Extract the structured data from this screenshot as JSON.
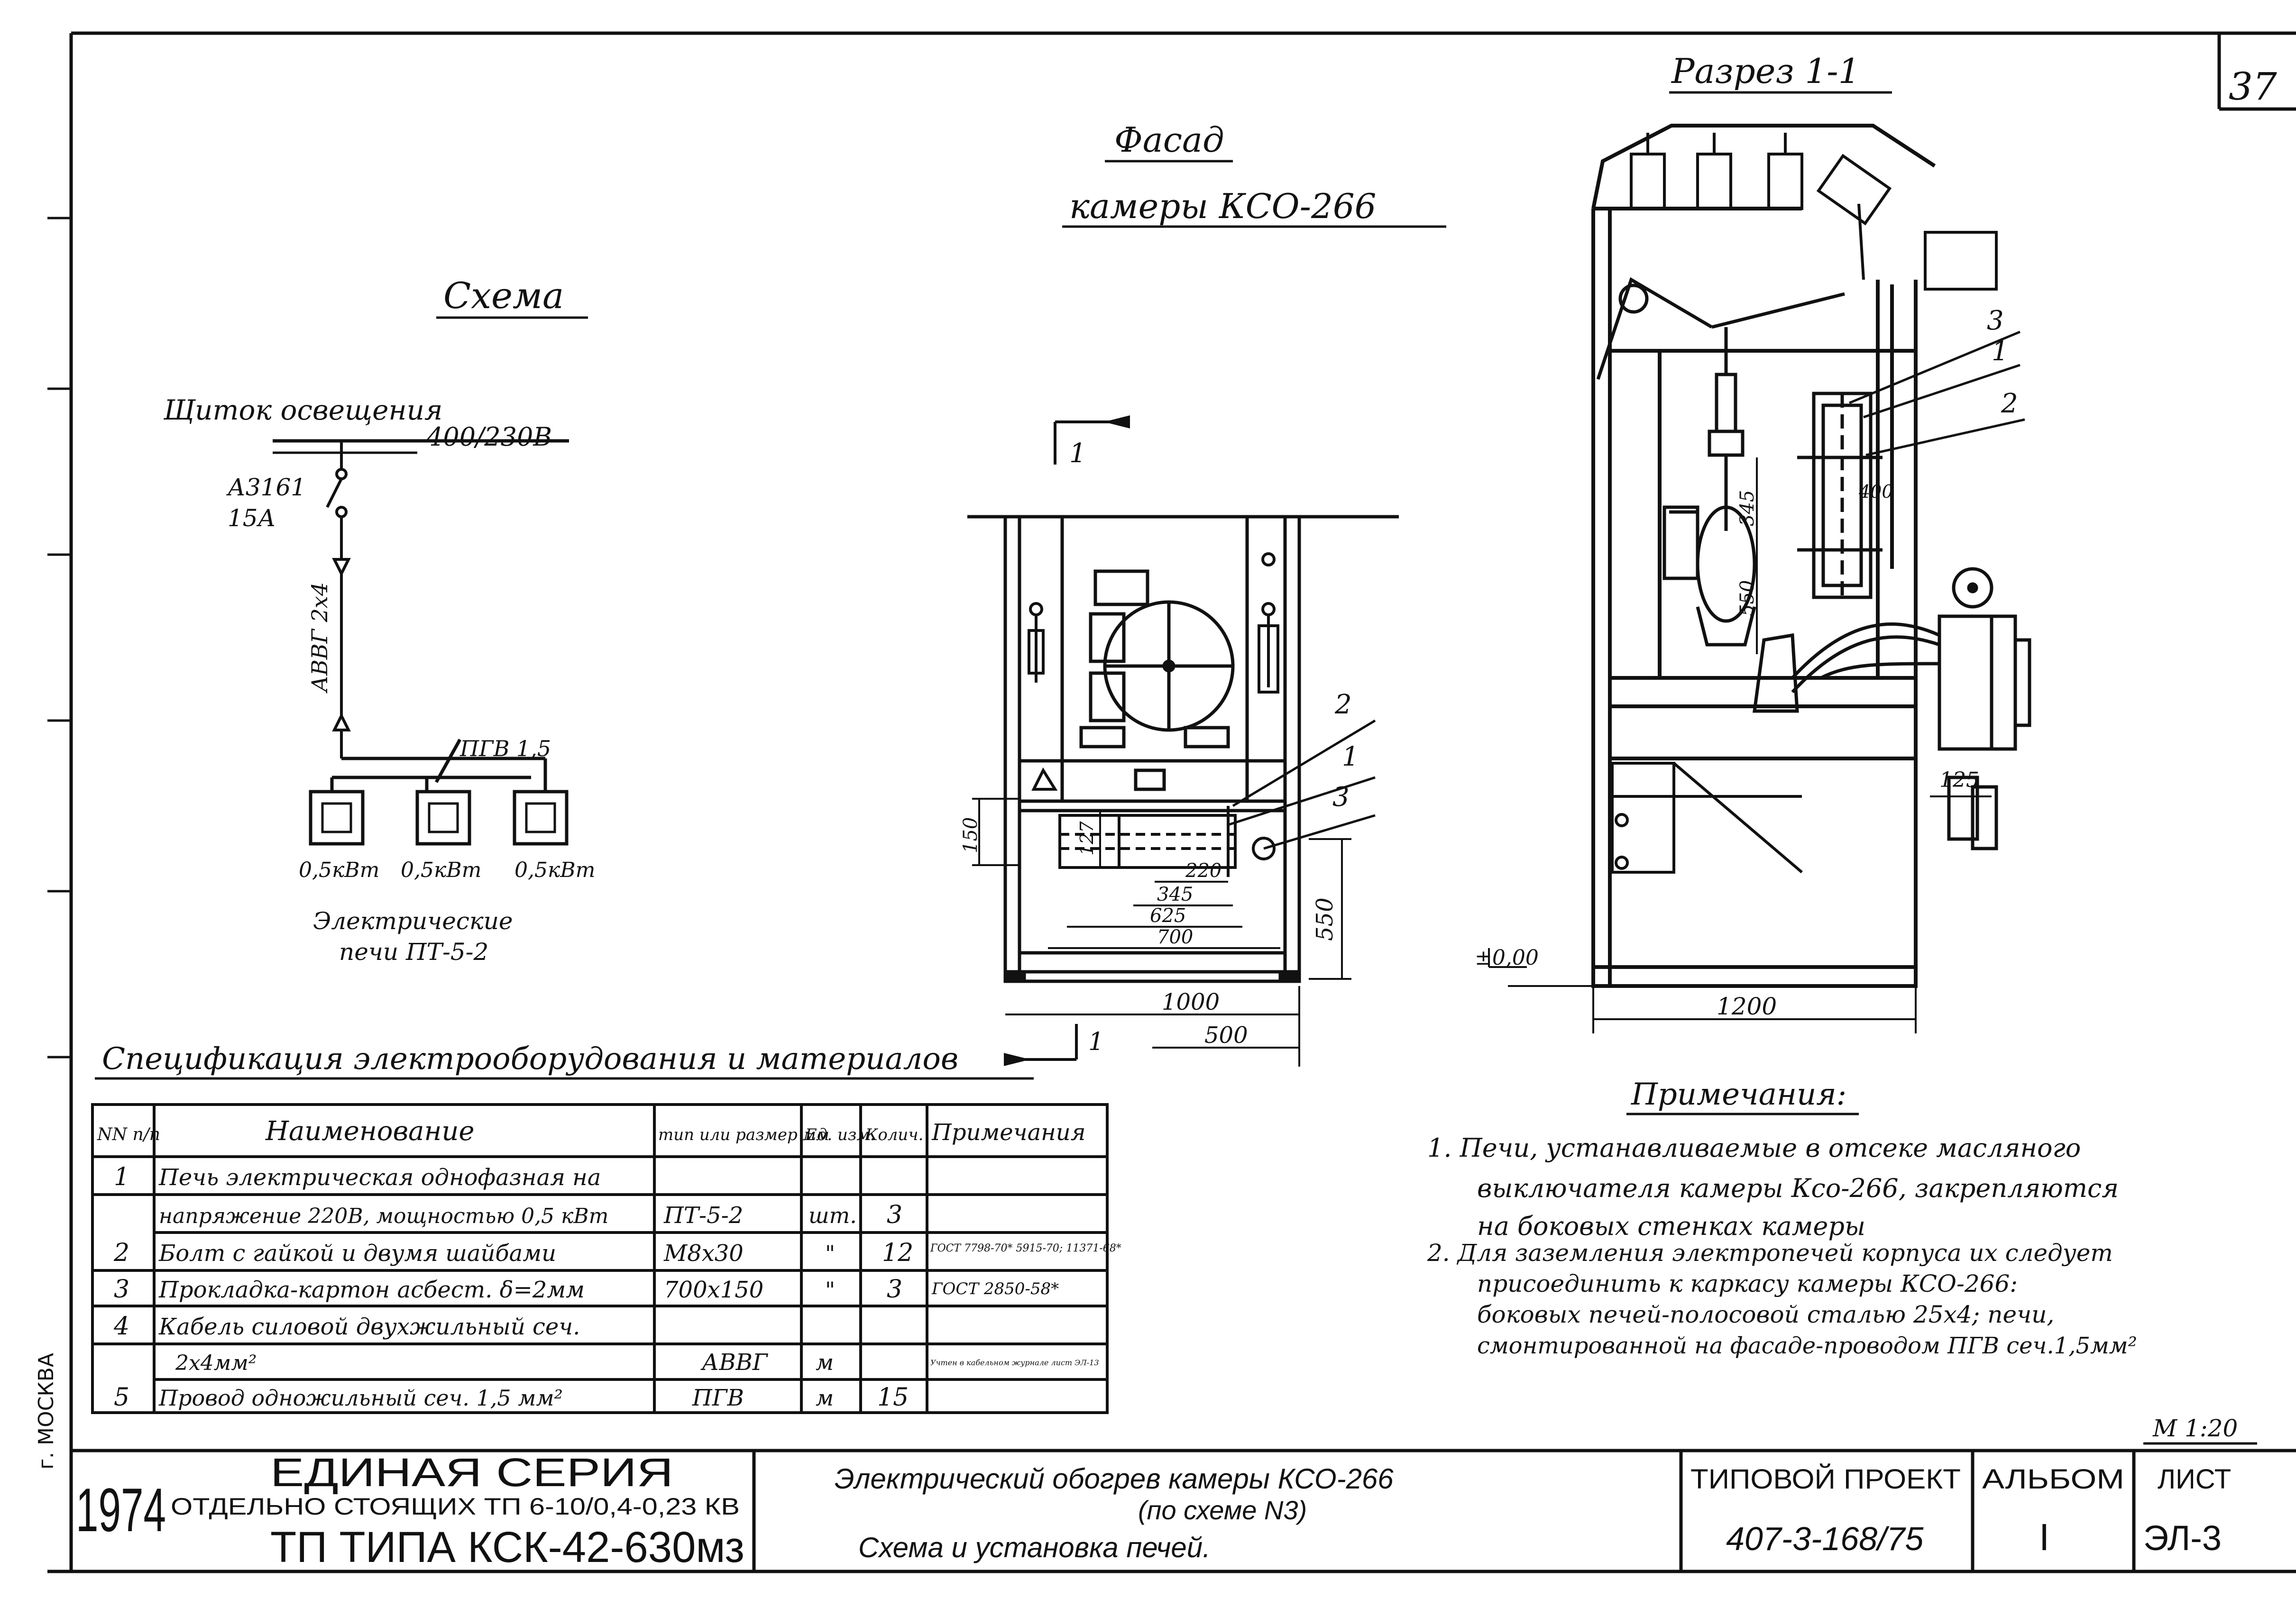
{
  "sheet": {
    "number_top": "37",
    "vertical_city": "г. МОСКВА"
  },
  "schema": {
    "title": "Схема",
    "panel_label": "Щиток освещения",
    "voltage": "400/230В",
    "breaker": "А3161",
    "breaker_current": "15А",
    "cable": "АВВГ 2х4",
    "wire": "ПГВ 1,5",
    "heater_powers": [
      "0,5кВт",
      "0,5кВт",
      "0,5кВт"
    ],
    "caption_line1": "Электрические",
    "caption_line2": "печи ПТ-5-2"
  },
  "facade": {
    "title_line1": "Фасад",
    "title_line2": "камеры КСО-266",
    "section_mark": "1",
    "callouts": [
      "2",
      "1",
      "3"
    ],
    "dims": {
      "d150": "150",
      "d127": "127",
      "d220": "220",
      "d345": "345",
      "d625": "625",
      "d700": "700",
      "d550": "550",
      "d1000": "1000",
      "d500": "500"
    }
  },
  "section": {
    "title": "Разрез 1-1",
    "callouts": [
      "3",
      "1",
      "2"
    ],
    "dims": {
      "d345": "345",
      "d400": "400",
      "d550": "550",
      "d125": "125",
      "d1200": "1200"
    },
    "level": "±0,00"
  },
  "spec": {
    "title": "Спецификация электрооборудования и материалов",
    "headers": {
      "num": "NN п/п",
      "name": "Наименование",
      "type": "тип или размер мм",
      "unit": "Ед. изм.",
      "qty": "Колич.",
      "note": "Примечания"
    },
    "rows": [
      {
        "num": "1",
        "name": "Печь электрическая однофазная на",
        "type": "",
        "unit": "",
        "qty": "",
        "note": ""
      },
      {
        "num": "",
        "name": "напряжение 220В, мощностью 0,5 кВт",
        "type": "ПТ-5-2",
        "unit": "шт.",
        "qty": "3",
        "note": ""
      },
      {
        "num": "2",
        "name": "Болт с гайкой и двумя шайбами",
        "type": "М8х30",
        "unit": "\"",
        "qty": "12",
        "note": "ГОСТ 7798-70* 5915-70; 11371-68*"
      },
      {
        "num": "3",
        "name": "Прокладка-картон асбест. δ=2мм",
        "type": "700х150",
        "unit": "\"",
        "qty": "3",
        "note": "ГОСТ 2850-58*"
      },
      {
        "num": "4",
        "name": "Кабель силовой двухжильный сеч.",
        "type": "",
        "unit": "",
        "qty": "",
        "note": ""
      },
      {
        "num": "",
        "name": "2х4мм²",
        "type": "АВВГ",
        "unit": "м",
        "qty": "",
        "note": "Учтен в кабельном журнале лист ЭЛ-13"
      },
      {
        "num": "5",
        "name": "Провод одножильный сеч. 1,5 мм²",
        "type": "ПГВ",
        "unit": "м",
        "qty": "15",
        "note": ""
      }
    ]
  },
  "notes": {
    "title": "Примечания:",
    "n1_line1": "1. Печи, устанавливаемые в отсеке масляного",
    "n1_line2": "выключателя камеры Ксо-266, закрепляются",
    "n1_line3": "на боковых стенках камеры",
    "n2_line1": "2. Для заземления электропечей корпуса их следует",
    "n2_line2": "присоединить к каркасу камеры КСО-266:",
    "n2_line3": "боковых печей-полосовой сталью 25х4; печи,",
    "n2_line4": "смонтированной на фасаде-проводом ПГВ сеч.1,5мм²"
  },
  "scale": "М 1:20",
  "titleblock": {
    "year": "1974",
    "series_line1": "ЕДИНАЯ СЕРИЯ",
    "series_line2": "ОТДЕЛЬНО СТОЯЩИХ ТП 6-10/0,4-0,23 КВ",
    "series_line3": "ТП ТИПА КСК-42-630мз",
    "desc_line1": "Электрический обогрев камеры КСО-266",
    "desc_line2": "(по схеме N3)",
    "desc_line3": "Схема и установка печей.",
    "project_label": "ТИПОВОЙ ПРОЕКТ",
    "project_number": "407-3-168/75",
    "album_label": "АЛЬБОМ",
    "album_value": "I",
    "sheet_label": "ЛИСТ",
    "sheet_value": "ЭЛ-3"
  }
}
